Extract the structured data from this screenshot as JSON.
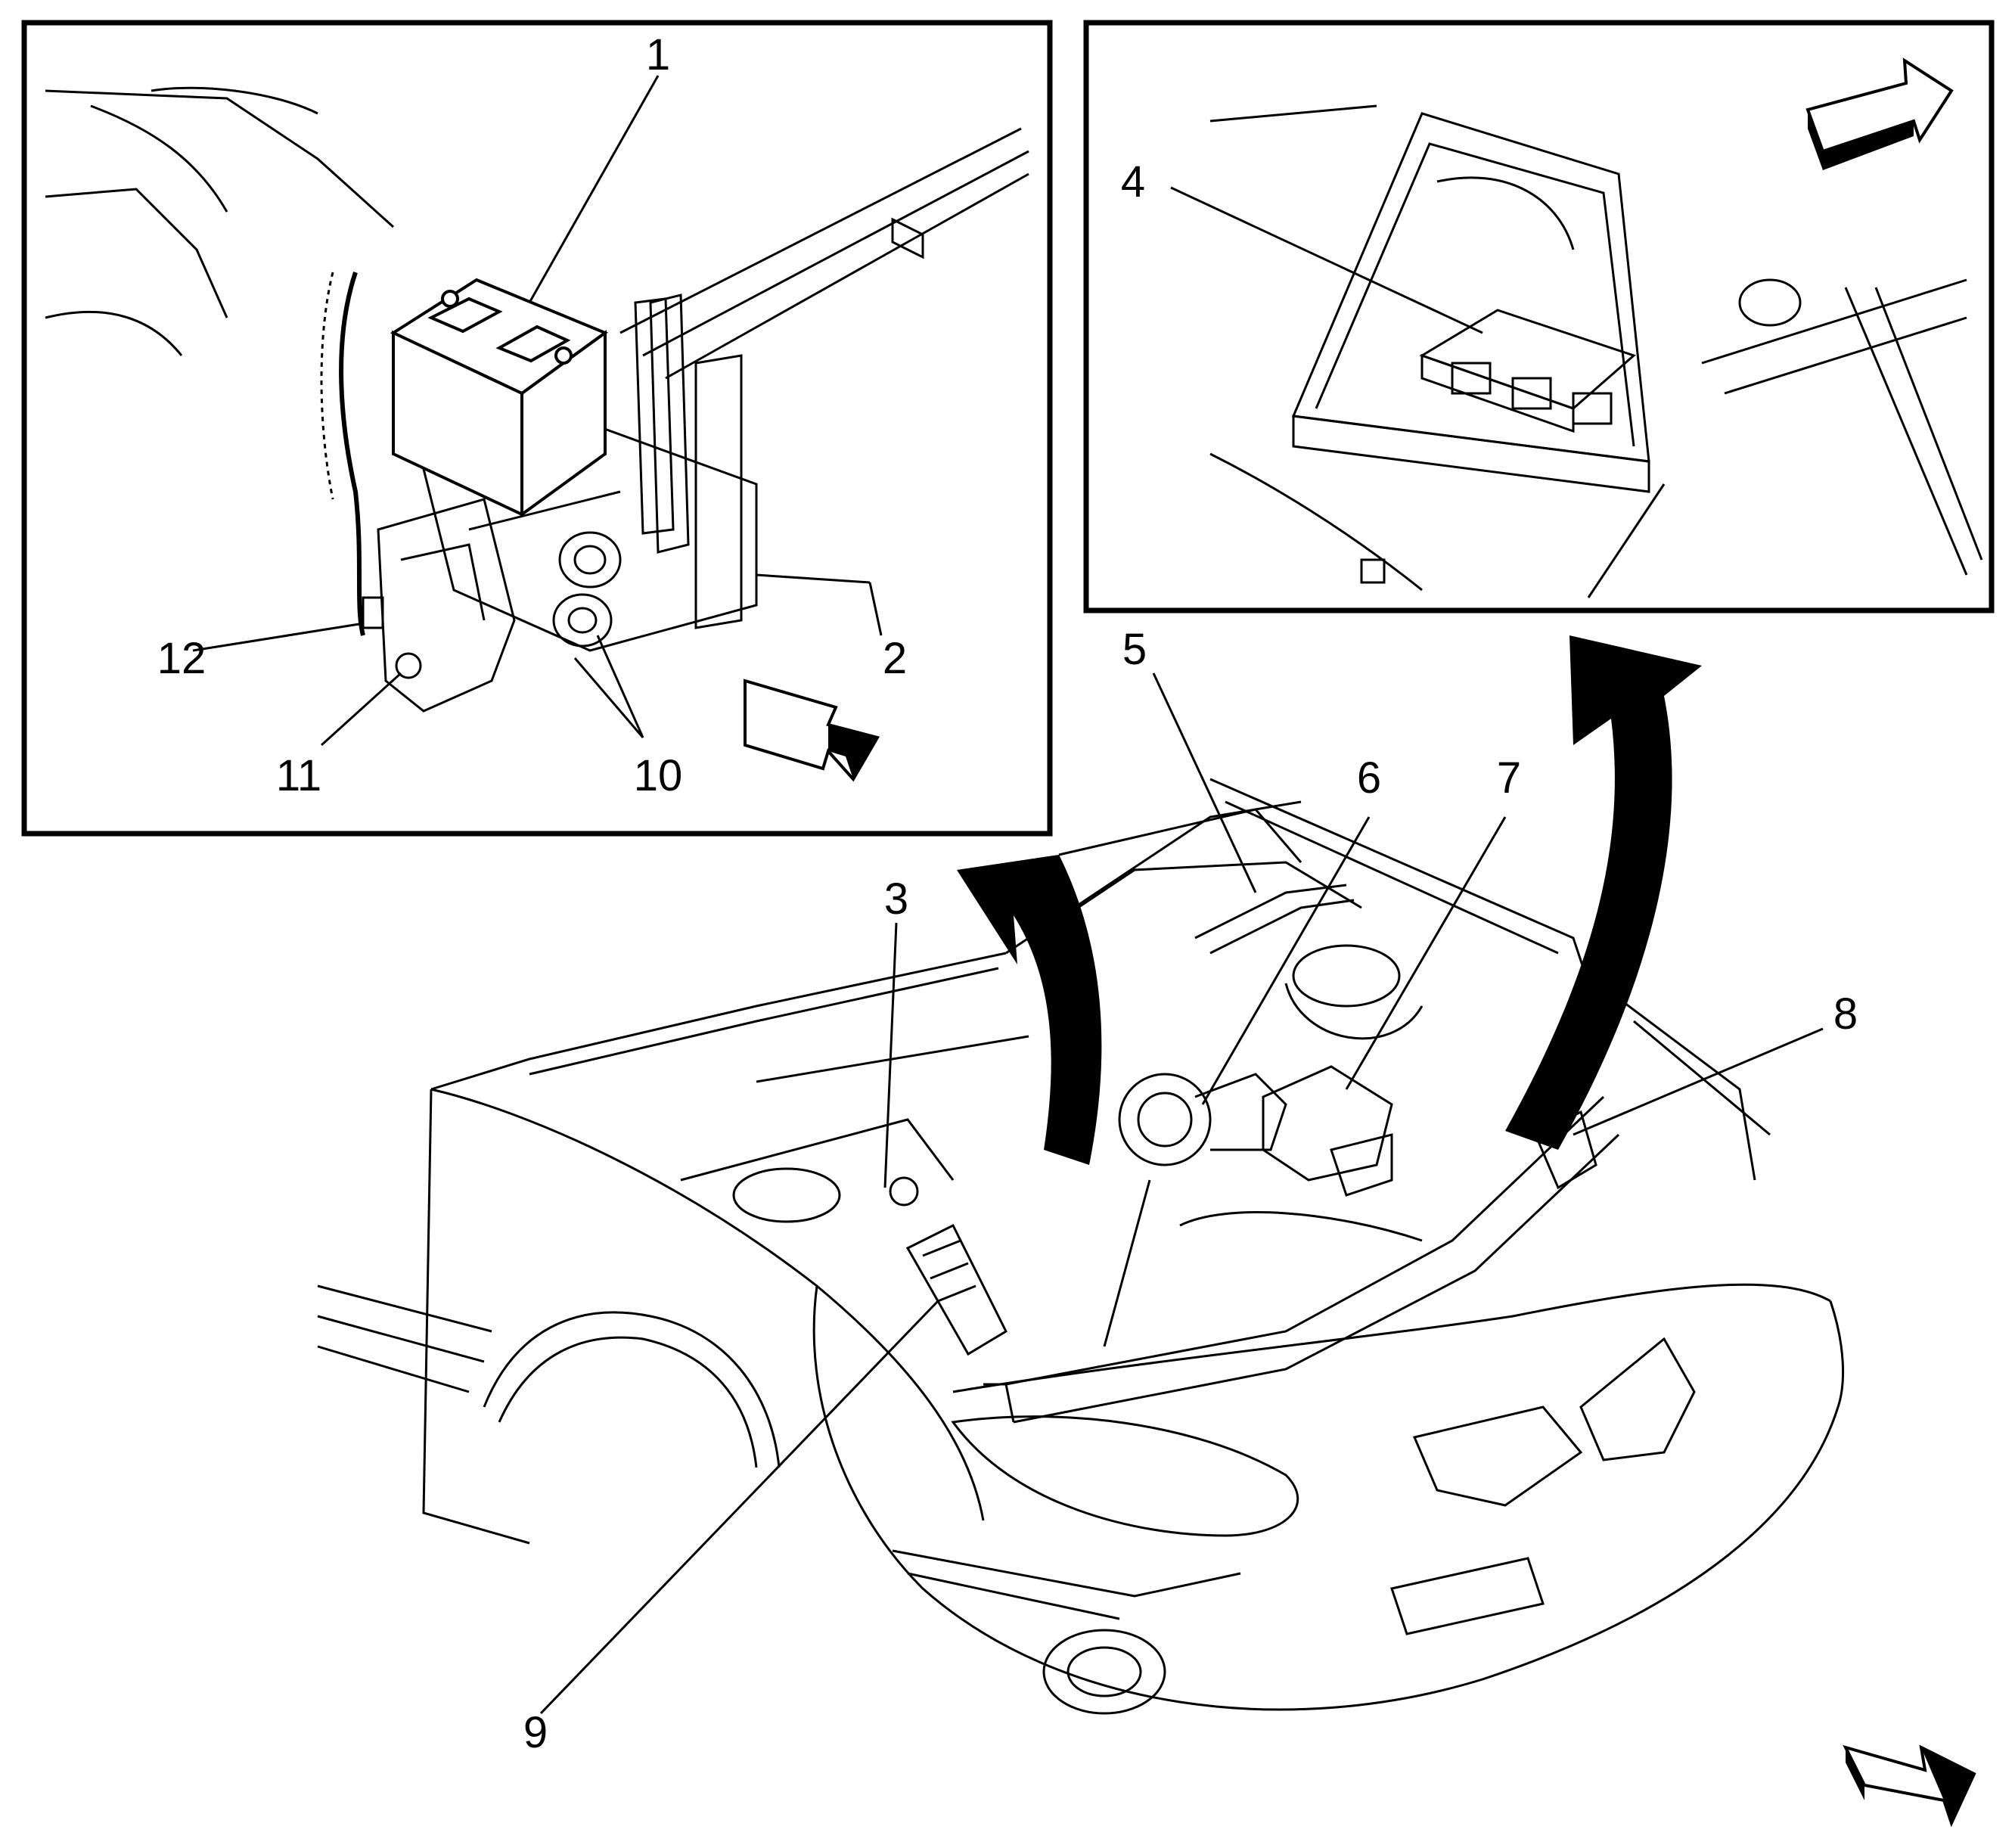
{
  "callouts": {
    "c1": "1",
    "c2": "2",
    "c3": "3",
    "c4": "4",
    "c5": "5",
    "c6": "6",
    "c7": "7",
    "c8": "8",
    "c9": "9",
    "c10": "10",
    "c11": "11",
    "c12": "12"
  },
  "icons": {
    "direction_arrow": "front-of-vehicle-arrow-icon",
    "view_arrow": "detail-view-curved-arrow"
  },
  "colors": {
    "line": "#000000",
    "background": "#ffffff",
    "arrow_fill": "#000000"
  }
}
